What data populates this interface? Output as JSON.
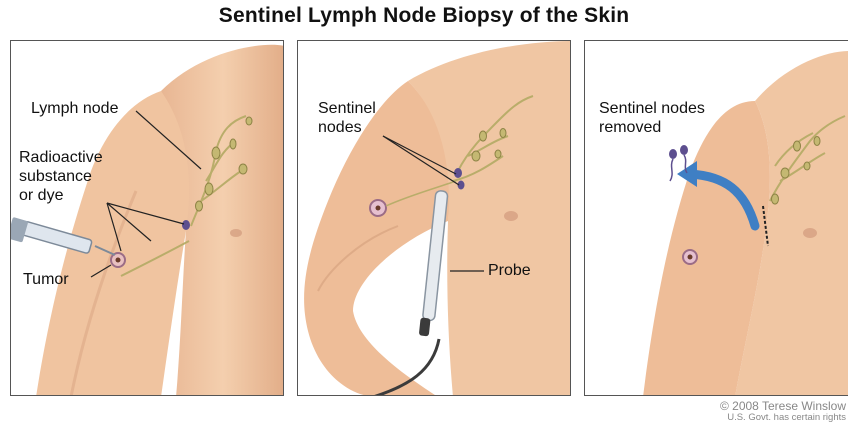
{
  "title": "Sentinel Lymph Node Biopsy of the Skin",
  "panels": [
    {
      "labels": {
        "lymph_node": "Lymph node",
        "radioactive_1": "Radioactive",
        "radioactive_2": "substance",
        "radioactive_3": "or dye",
        "tumor": "Tumor"
      }
    },
    {
      "labels": {
        "sentinel_1": "Sentinel",
        "sentinel_2": "nodes",
        "probe": "Probe"
      }
    },
    {
      "labels": {
        "removed_1": "Sentinel nodes",
        "removed_2": "removed"
      }
    }
  ],
  "credit": {
    "line1": "© 2008 Terese Winslow",
    "line2": "U.S. Govt. has certain rights"
  },
  "colors": {
    "skin": "#f2c9a6",
    "skin_shadow": "#d9a27e",
    "lymph": "#b9ad6a",
    "node_purple": "#5d4f8f",
    "arrow_blue": "#3f7fc4"
  }
}
